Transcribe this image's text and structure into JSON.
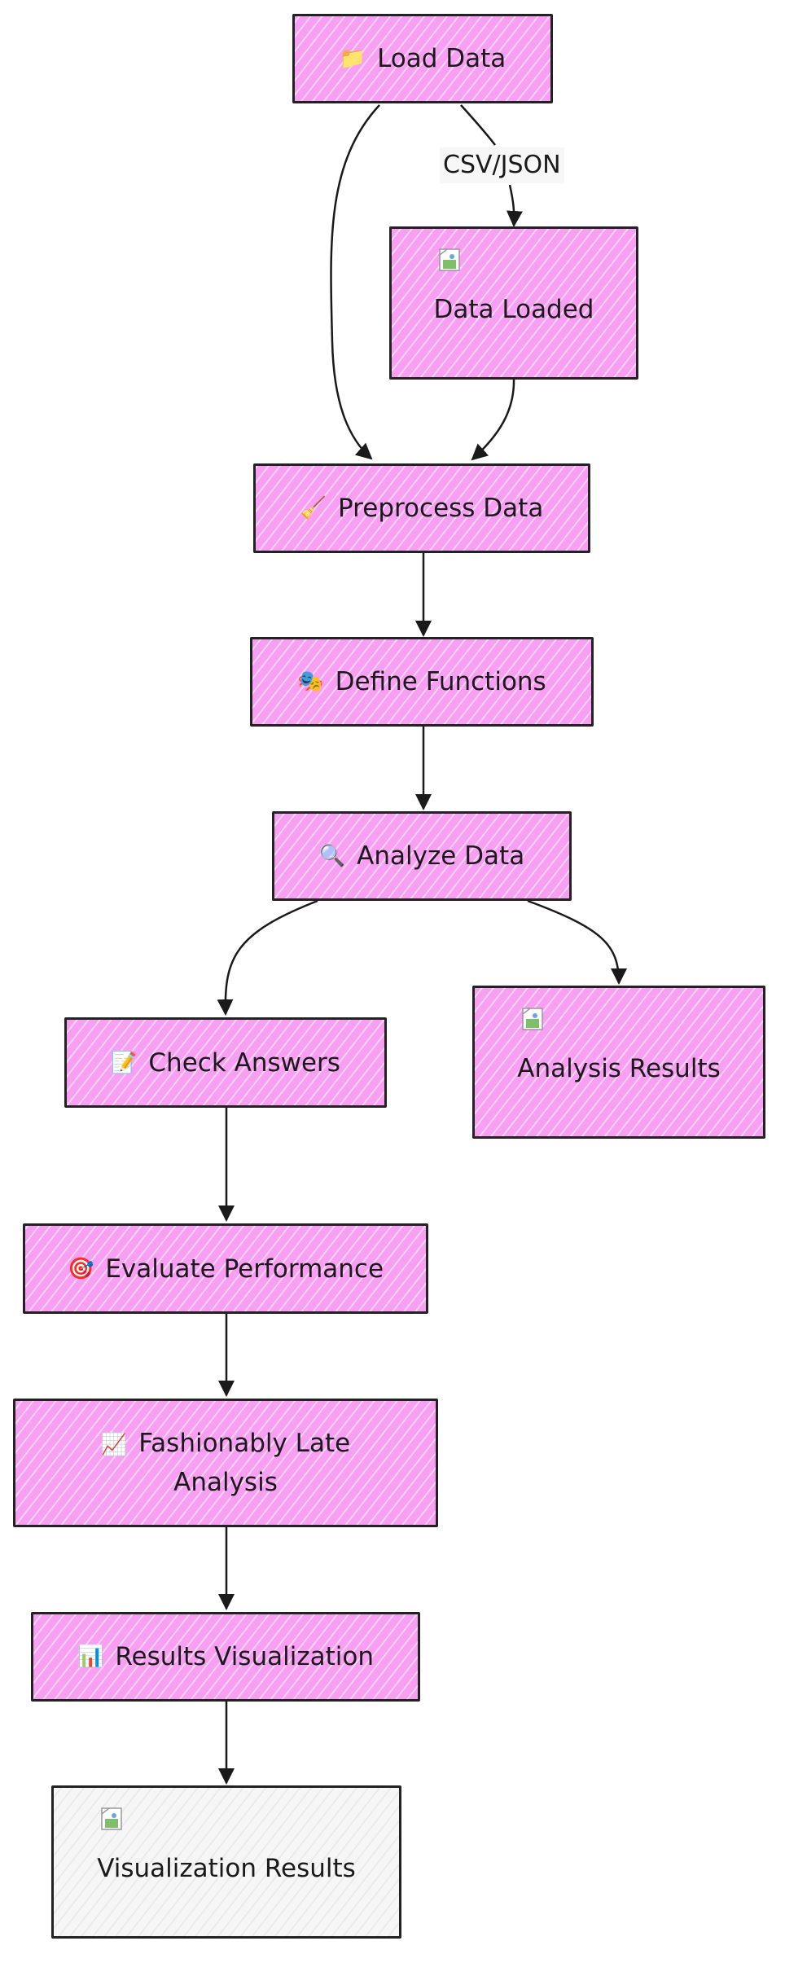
{
  "nodes": {
    "load_data": {
      "icon": "📁",
      "label": "Load Data"
    },
    "data_loaded": {
      "label": "Data Loaded"
    },
    "preprocess": {
      "icon": "🧹",
      "label": "Preprocess Data"
    },
    "define_functions": {
      "icon": "🎭",
      "label": "Define Functions"
    },
    "analyze_data": {
      "icon": "🔍",
      "label": "Analyze Data"
    },
    "analysis_results": {
      "label": "Analysis Results"
    },
    "check_answers": {
      "icon": "📝",
      "label": "Check Answers"
    },
    "evaluate_performance": {
      "icon": "🎯",
      "label": "Evaluate Performance"
    },
    "fashionably_late": {
      "icon": "📈",
      "label_line1": "Fashionably Late",
      "label_line2": "Analysis"
    },
    "results_visualization": {
      "icon": "📊",
      "label": "Results Visualization"
    },
    "visualization_results": {
      "label": "Visualization Results"
    }
  },
  "edges": {
    "load_to_loaded_label": "CSV/JSON"
  },
  "colors": {
    "node_fill": "#f99ff3",
    "node_fill_final": "#f6f6f6",
    "stroke": "#222222"
  }
}
